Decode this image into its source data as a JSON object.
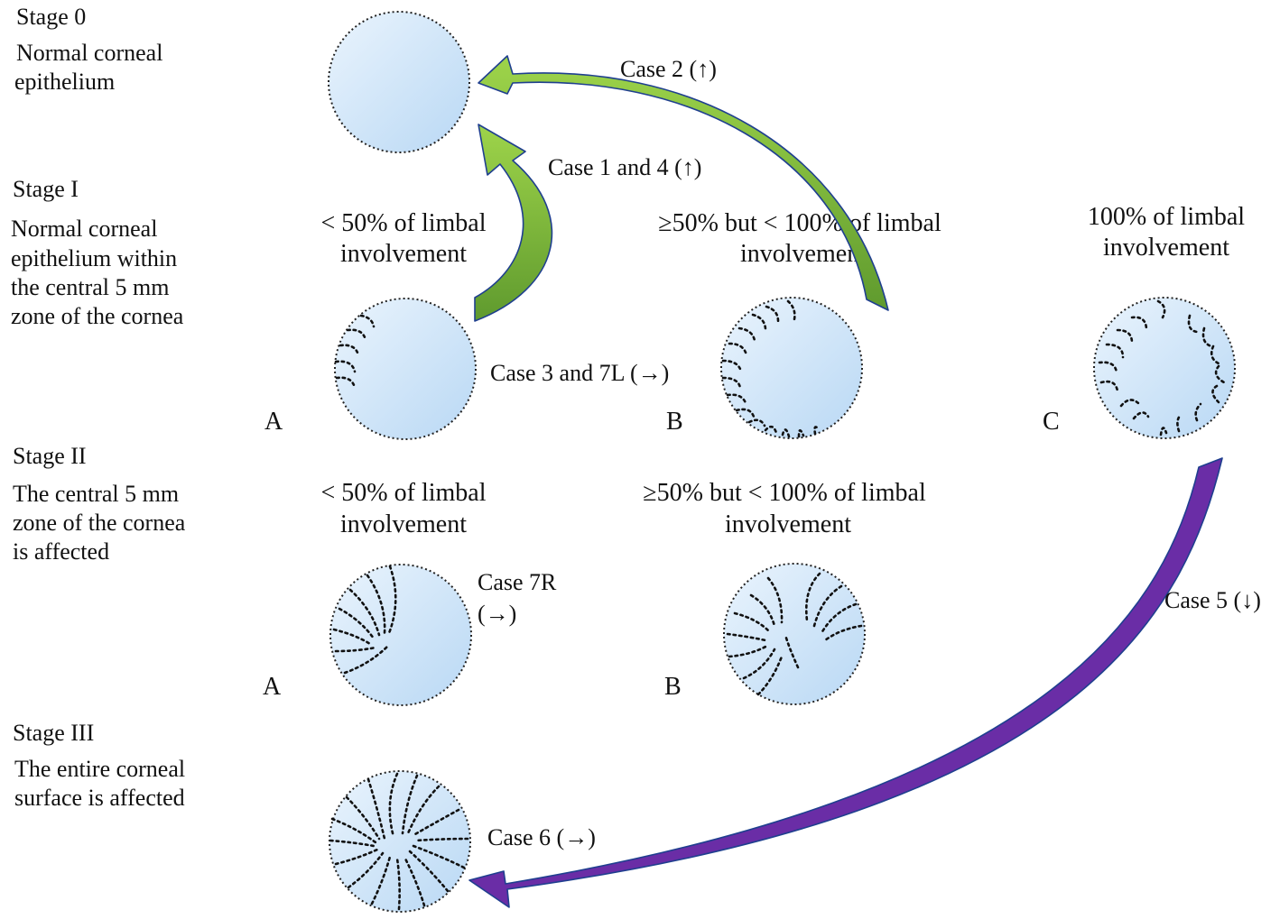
{
  "stages": [
    {
      "title": "Stage 0",
      "desc": [
        "Normal corneal",
        "epithelium"
      ]
    },
    {
      "title": "Stage I",
      "desc": [
        "Normal corneal",
        "epithelium within",
        "the central 5 mm",
        "zone of the  cornea"
      ]
    },
    {
      "title": "Stage II",
      "desc": [
        "The central 5 mm",
        " zone of the  cornea",
        " is affected"
      ]
    },
    {
      "title": "Stage III",
      "desc": [
        "The entire corneal",
        " surface is affected"
      ]
    }
  ],
  "involvement": {
    "lt50": [
      "< 50% of limbal",
      "involvement"
    ],
    "ge50_stage1": [
      "≥50% but < 100% of limbal",
      "involvement"
    ],
    "ge50_stage2": [
      "≥50% but < 100% of limbal",
      "involvement"
    ],
    "full": [
      "100% of limbal",
      "involvement"
    ]
  },
  "letters": {
    "a": "A",
    "b": "B",
    "c": "C"
  },
  "cases": {
    "case2": "Case 2 (↑)",
    "case1_4": "Case 1 and 4 (↑)",
    "case3_7l": "Case 3 and 7L (→)",
    "case7r": [
      "Case 7R",
      "(→)"
    ],
    "case5": "Case 5 (↓)",
    "case6": "Case 6 (→)"
  },
  "colors": {
    "arrow_green_light": "#9ed44a",
    "arrow_green_dark": "#5f9a2e",
    "arrow_purple": "#6a2da6",
    "arrow_outline": "#1f3f8f",
    "cornea_light": "#eaf4fd",
    "cornea_dark": "#b9d8f4"
  }
}
